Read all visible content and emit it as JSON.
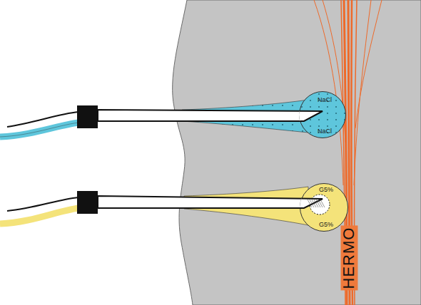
{
  "diagram": {
    "nodes": [
      {
        "text": [
          "NaCl",
          "NaCl"
        ]
      },
      {
        "text": [
          "G5%",
          "G5%"
        ]
      }
    ],
    "labels": [
      "HERMO"
    ]
  }
}
